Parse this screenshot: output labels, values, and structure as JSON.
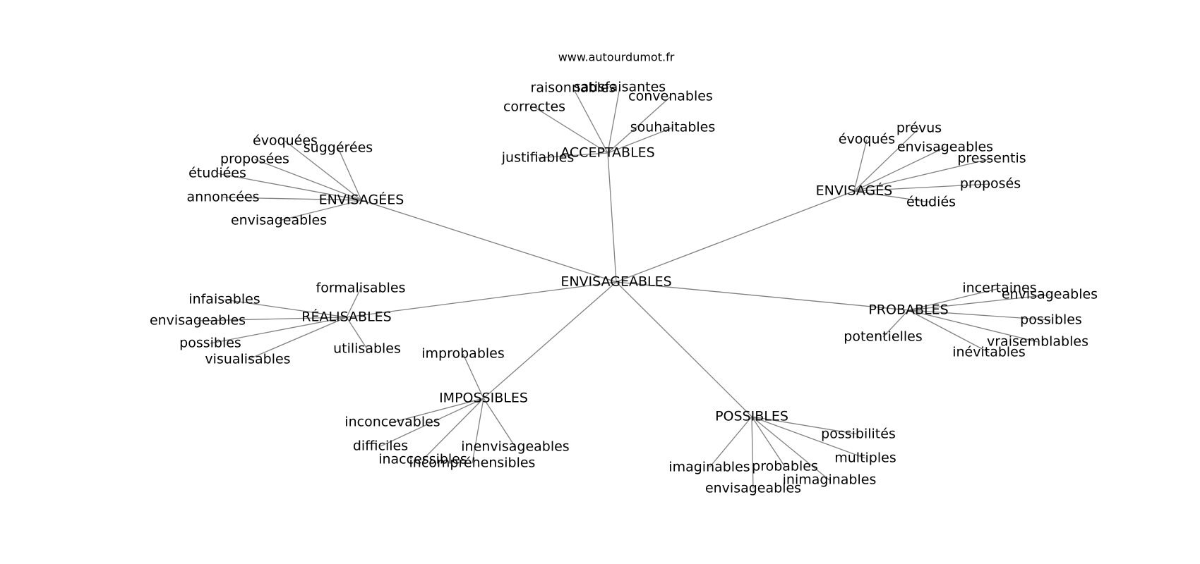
{
  "source": "www.autourdumot.fr",
  "center": "ENVISAGEABLES",
  "hubs": [
    {
      "label": "ACCEPTABLES",
      "leaves": [
        "raisonnables",
        "satisfaisantes",
        "convenables",
        "correctes",
        "souhaitables",
        "justifiables"
      ]
    },
    {
      "label": "ENVISAGÉES",
      "leaves": [
        "évoquées",
        "suggérées",
        "proposées",
        "étudiées",
        "annoncées",
        "envisageables"
      ]
    },
    {
      "label": "ENVISAGÉS",
      "leaves": [
        "évoqués",
        "prévus",
        "envisageables",
        "pressentis",
        "proposés",
        "étudiés"
      ]
    },
    {
      "label": "RÉALISABLES",
      "leaves": [
        "formalisables",
        "infaisables",
        "envisageables",
        "possibles",
        "visualisables",
        "utilisables"
      ]
    },
    {
      "label": "PROBABLES",
      "leaves": [
        "incertaines",
        "envisageables",
        "possibles",
        "potentielles",
        "vraisemblables",
        "inévitables"
      ]
    },
    {
      "label": "IMPOSSIBLES",
      "leaves": [
        "improbables",
        "inconcevables",
        "difficiles",
        "inaccessibles",
        "incompréhensibles",
        "inenvisageables"
      ]
    },
    {
      "label": "POSSIBLES",
      "leaves": [
        "possibilités",
        "multiples",
        "imaginables",
        "probables",
        "inimaginables",
        "envisageables"
      ]
    }
  ]
}
